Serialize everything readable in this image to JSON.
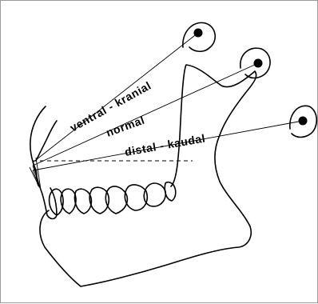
{
  "diagram": {
    "labels": {
      "ventral_kranial": "ventral - kranial",
      "normal": "normal",
      "distal_kaudal": "distal - kaudal"
    }
  }
}
